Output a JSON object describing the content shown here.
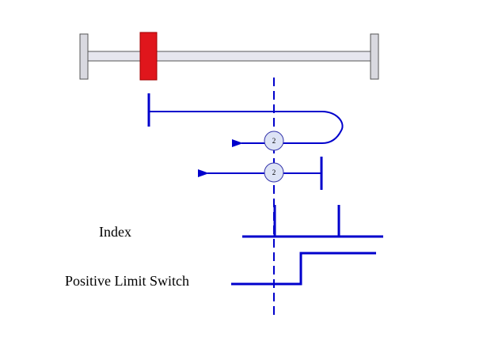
{
  "labels": {
    "index": "Index",
    "positive_limit_switch": "Positive Limit Switch"
  },
  "steps": {
    "return": "2",
    "stop": "2"
  },
  "colors": {
    "signal_blue": "#0000cc",
    "circle_fill": "#dde3f5",
    "circle_stroke": "#3333aa",
    "rail_fill": "#e6e6ee",
    "rail_stroke": "#555555",
    "carriage_fill": "#e0161c",
    "carriage_stroke": "#a00000",
    "end_block_fill": "#d9d9e0",
    "end_block_stroke": "#555555"
  }
}
